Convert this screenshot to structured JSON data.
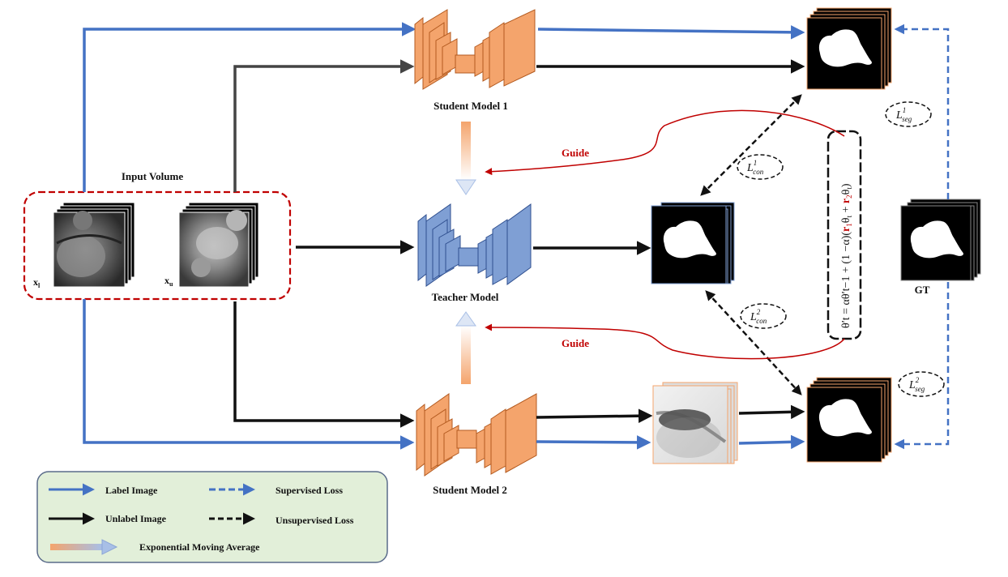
{
  "input": {
    "title": "Input Volume",
    "x_labeled": "x",
    "x_labeled_sub": "l",
    "x_unlabeled": "x",
    "x_unlabeled_sub": "u"
  },
  "models": {
    "student1": "Student Model 1",
    "teacher": "Teacher Model",
    "student2": "Student Model 2"
  },
  "guide_label": "Guide",
  "gt_label": "GT",
  "losses": {
    "seg1": {
      "base": "L",
      "sup": "1",
      "sub": "seg"
    },
    "seg2": {
      "base": "L",
      "sup": "2",
      "sub": "seg"
    },
    "con1": {
      "base": "L",
      "sup": "1",
      "sub": "con"
    },
    "con2": {
      "base": "L",
      "sup": "2",
      "sub": "con"
    }
  },
  "ema_formula": {
    "lhs": "θ′t = αθ′t−1 + (1 −α)(",
    "r1": "r",
    "mid1": "1",
    "theta1": "θ",
    "t1": "t",
    "plus": " + ",
    "r2": "r",
    "mid2": "2",
    "theta2": "θ",
    "t2": "t",
    "close": ")"
  },
  "legend": {
    "label_image": "Label Image",
    "unlabel_image": "Unlabel Image",
    "supervised_loss": "Supervised Loss",
    "unsupervised_loss": "Unsupervised Loss",
    "ema": "Exponential Moving Average"
  },
  "colors": {
    "label_blue": "#4472c4",
    "unlabel_black": "#111111",
    "student_orange": "#f4a46c",
    "teacher_blue": "#7f9fd4",
    "guide_red": "#c00000",
    "input_border": "#c00000",
    "legend_bg": "#e2efd9"
  }
}
